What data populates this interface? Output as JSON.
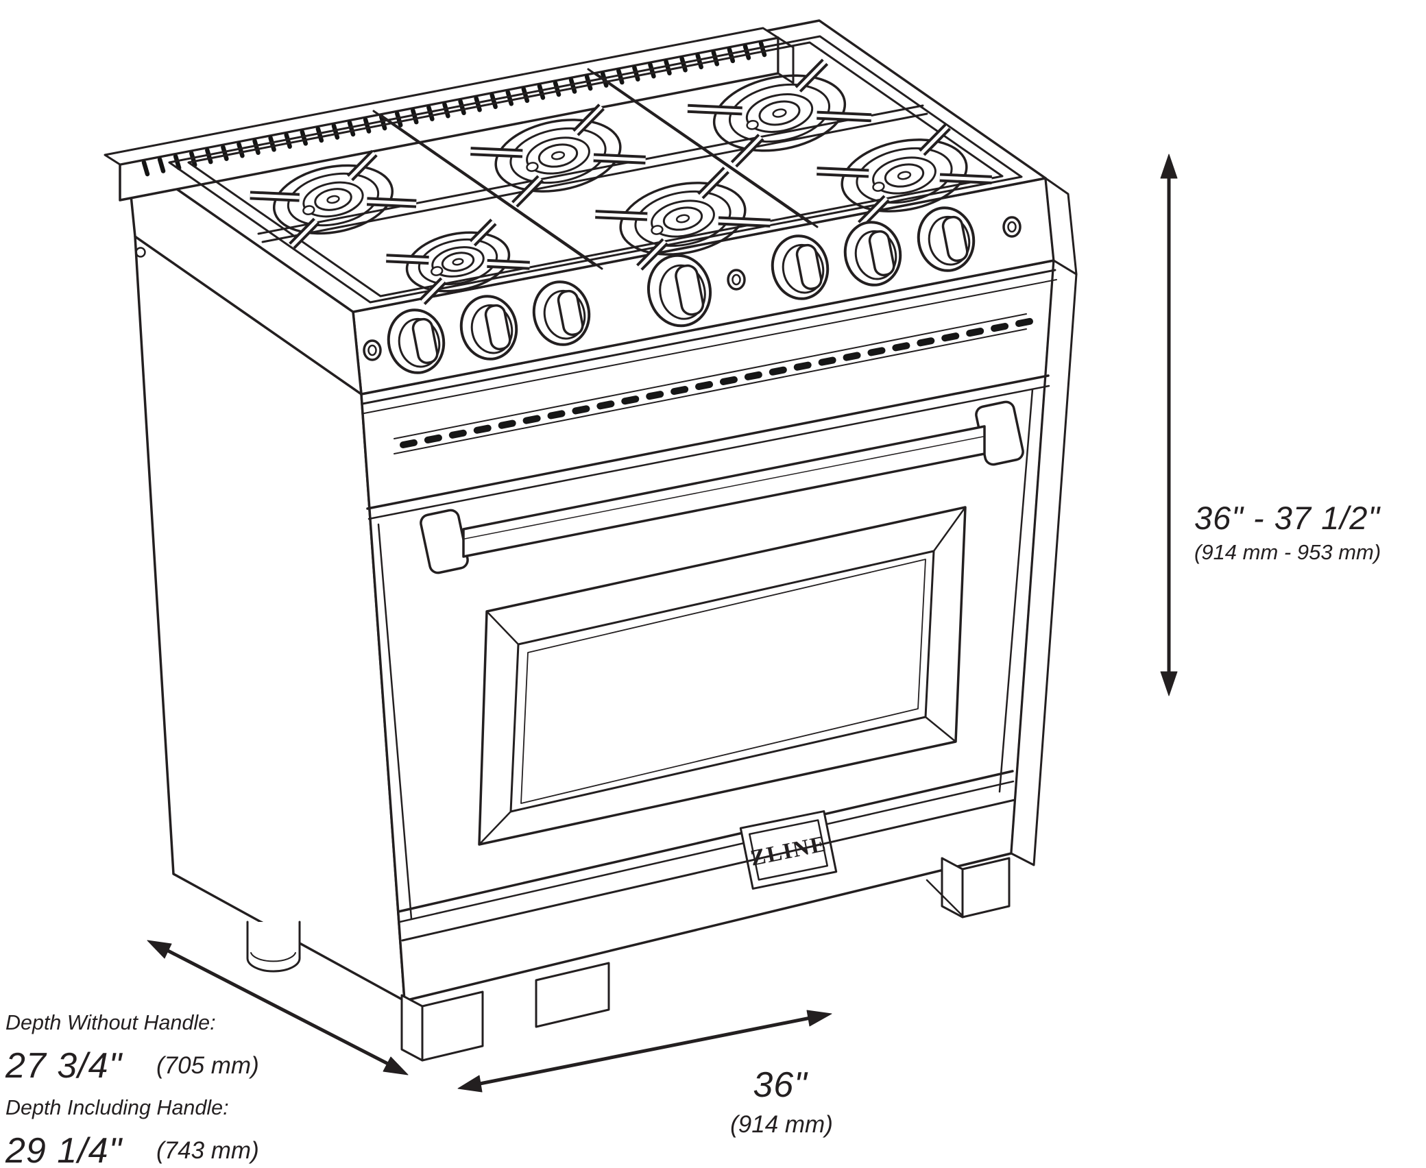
{
  "badge": {
    "text": "ZLINE"
  },
  "dimensions": {
    "height": {
      "imperial": "36\" - 37 1/2\"",
      "metric": "(914 mm - 953 mm)"
    },
    "width": {
      "imperial": "36\"",
      "metric": "(914 mm)"
    },
    "depth_without_handle": {
      "label": "Depth Without Handle:",
      "imperial": "27 3/4\"",
      "metric": "(705 mm)"
    },
    "depth_including_handle": {
      "label": "Depth Including Handle:",
      "imperial": "29 1/4\"",
      "metric": "(743 mm)"
    }
  },
  "colors": {
    "line": "#231f20",
    "background": "#ffffff"
  }
}
